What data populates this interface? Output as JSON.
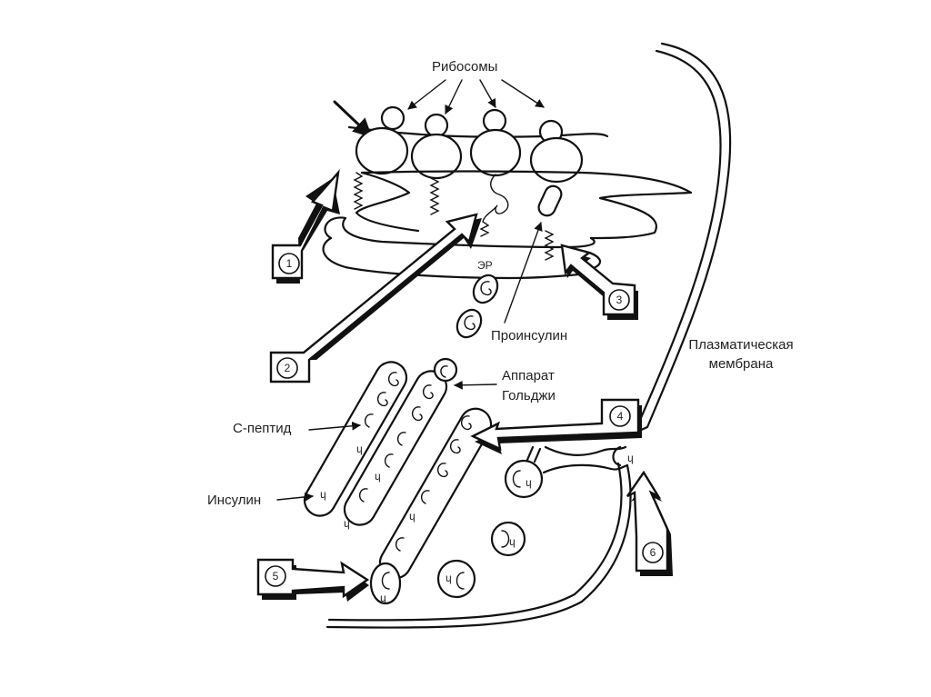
{
  "title": "Синтез и секреция инсулина",
  "labels": {
    "ribosomes": "Рибосомы",
    "er": "ЭР",
    "proinsulin": "Проинсулин",
    "golgi_line1": "Аппарат",
    "golgi_line2": "Гольджи",
    "c_peptide": "С-пептид",
    "insulin": "Инсулин",
    "plasma_membrane_line1": "Плазматическая",
    "plasma_membrane_line2": "мембрана"
  },
  "steps": [
    {
      "number": "1"
    },
    {
      "number": "2"
    },
    {
      "number": "3"
    },
    {
      "number": "4"
    },
    {
      "number": "5"
    },
    {
      "number": "6"
    }
  ]
}
